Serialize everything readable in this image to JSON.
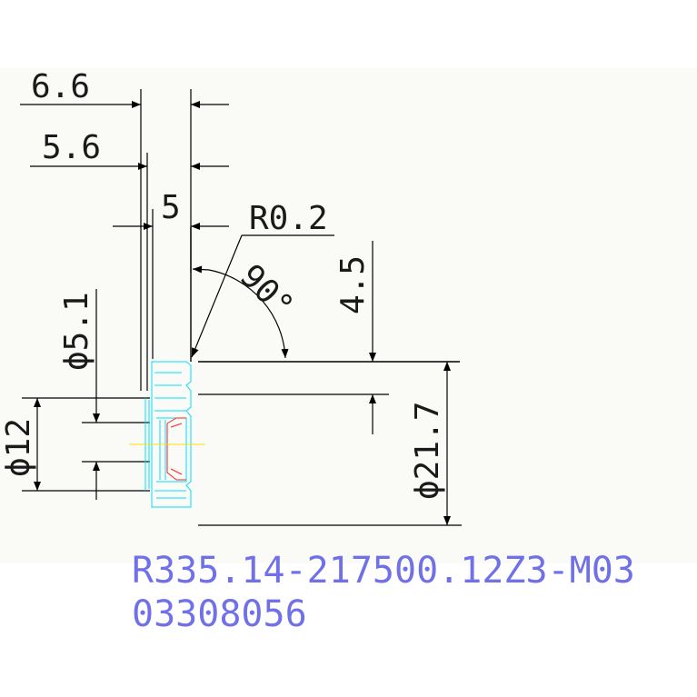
{
  "colors": {
    "sheet": "#fafaf7",
    "dimension": "#000000",
    "part_outline": "#00e0ff",
    "insert_outline": "#ff2020",
    "centerline": "#ffe000",
    "title": "#7070e8"
  },
  "dimensions": {
    "width_overall": "6.6",
    "width_body": "5.6",
    "width_cut": "5",
    "corner_radius": "R0.2",
    "angle": "90°",
    "depth": "4.5",
    "bore_diameter": "ϕ5.1",
    "hub_diameter": "ϕ12",
    "cutter_diameter": "ϕ21.7"
  },
  "title_block": {
    "part_code": "R335.14-217500.12Z3-M03",
    "part_number": "03308056"
  }
}
